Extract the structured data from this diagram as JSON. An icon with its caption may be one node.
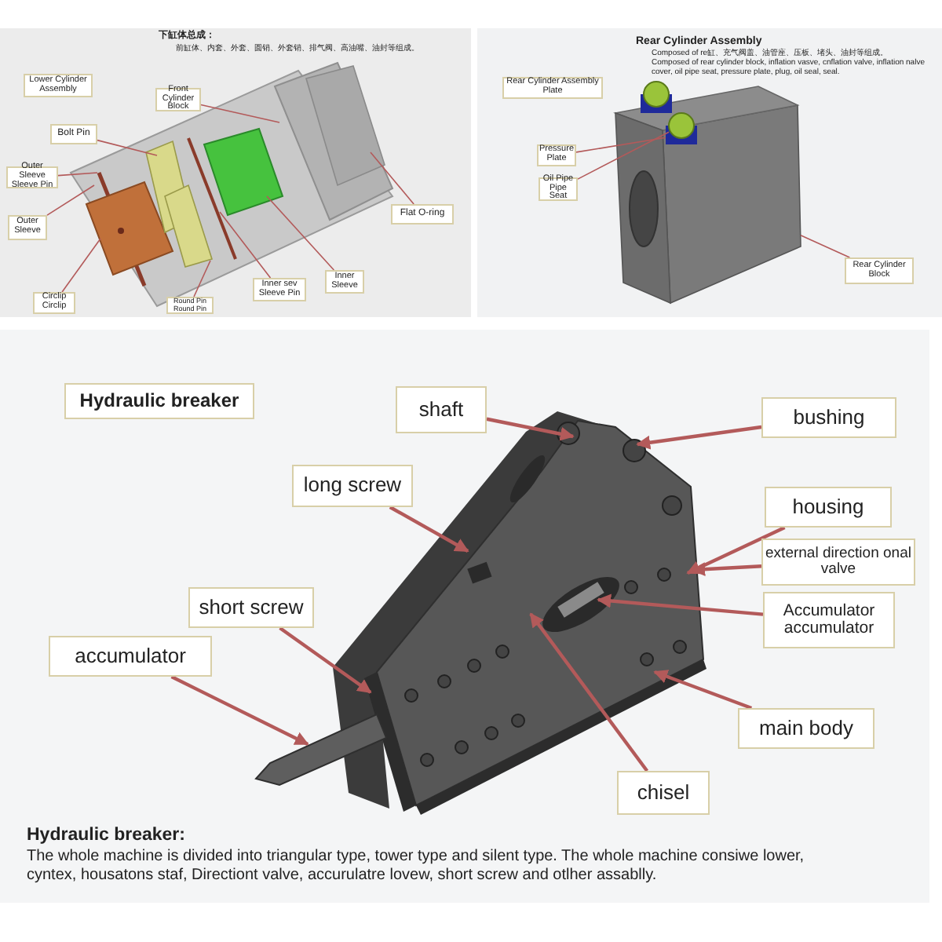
{
  "diagram": {
    "nodes": [
      {
        "text": [
          "Lower Cylinder Assembly"
        ]
      },
      {
        "text": [
          "Front Cylinder Block"
        ]
      },
      {
        "text": [
          "Bolt Pin"
        ]
      },
      {
        "text": [
          "Outer Sleeve Sleeve Pin"
        ]
      },
      {
        "text": [
          "Outer Sleeve"
        ]
      },
      {
        "text": [
          "Circlip Circlip"
        ]
      },
      {
        "text": [
          "Round Pin Round Pin"
        ]
      },
      {
        "text": [
          "Inner sev Sleeve Pin"
        ]
      },
      {
        "text": [
          "Inner Sleeve"
        ]
      },
      {
        "text": [
          "Flat O-ring"
        ]
      },
      {
        "text": [
          "Rear Cylinder Assembly Plate"
        ]
      },
      {
        "text": [
          "Pressure Plate"
        ]
      },
      {
        "text": [
          "Oil Pipe Pipe Seat"
        ]
      },
      {
        "text": [
          "Rear Cylinder Block"
        ]
      },
      {
        "text": [
          "Hydraulic breaker"
        ]
      },
      {
        "text": [
          "shaft"
        ]
      },
      {
        "text": [
          "long screw"
        ]
      },
      {
        "text": [
          "short screw"
        ]
      },
      {
        "text": [
          "accumulator"
        ]
      },
      {
        "text": [
          "bushing"
        ]
      },
      {
        "text": [
          "housing"
        ]
      },
      {
        "text": [
          "external direction onal valve"
        ]
      },
      {
        "text": [
          "Accumulator accumulator"
        ]
      },
      {
        "text": [
          "main body"
        ]
      },
      {
        "text": [
          "chisel"
        ]
      },
      {
        "text": [],
        "shape": "box",
        "in": 27
      },
      {
        "text": [],
        "shape": "circle",
        "in": 27
      },
      {
        "text": [],
        "shape": "picture"
      }
    ],
    "edges": [
      {
        "from": 1,
        "to": null,
        "arrow": "none"
      },
      {
        "from": 2,
        "to": null,
        "arrow": "none"
      },
      {
        "from": 3,
        "to": null,
        "arrow": "none"
      },
      {
        "from": 4,
        "to": null,
        "arrow": "none"
      },
      {
        "from": 5,
        "to": null,
        "arrow": "none"
      },
      {
        "from": 6,
        "to": null,
        "arrow": "none"
      },
      {
        "from": 7,
        "to": null,
        "arrow": "none"
      },
      {
        "from": 8,
        "to": null,
        "arrow": "none"
      },
      {
        "from": 9,
        "to": null,
        "arrow": "none"
      },
      {
        "from": 11,
        "to": 25,
        "arrow": "none"
      },
      {
        "from": 12,
        "to": 26,
        "arrow": "none"
      },
      {
        "from": 13,
        "to": 27,
        "arrow": "none"
      },
      {
        "from": 15,
        "to": null,
        "arrow": "to"
      },
      {
        "from": 19,
        "to": null,
        "arrow": "to"
      },
      {
        "from": 16,
        "to": null,
        "arrow": "to"
      },
      {
        "from": 20,
        "to": null,
        "arrow": "to"
      },
      {
        "from": 21,
        "to": null,
        "arrow": "to"
      },
      {
        "from": 22,
        "to": null,
        "arrow": "to"
      },
      {
        "from": 17,
        "to": null,
        "arrow": "to"
      },
      {
        "from": 18,
        "to": null,
        "arrow": "to"
      },
      {
        "from": 23,
        "to": null,
        "arrow": "to"
      },
      {
        "from": 24,
        "to": null,
        "arrow": "to"
      }
    ],
    "labels": [
      "下缸体总成：",
      "前缸体、内套、外套、圆销、外套销、排气阀、高油嘴、油封等组成。",
      "Rear Cylinder Assembly",
      "Composed of re缸、充气阀盖、油管座、压板、堵头、油封等组成。",
      "Composed of rear cylinder block, inflation vasve, cnflation valve, inflation nalve cover, oil pipe seat, pressure plate, plug, oil seal, seal.",
      "Hydraulic breaker:",
      "The whole machine is divided into triangular type, tower type and silent type. The whole machine consiwe lower, cyntex, housatons staf, Directiont valve, accurulatre lovew, short screw and otlher assablly."
    ]
  }
}
